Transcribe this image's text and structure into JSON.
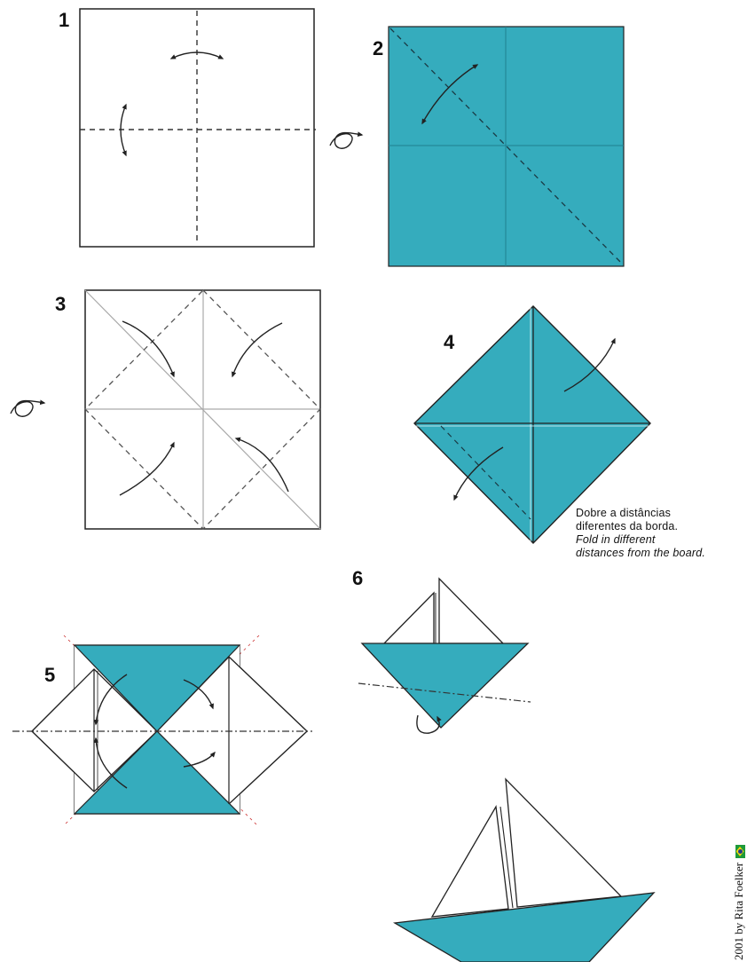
{
  "steps": [
    {
      "number": "1"
    },
    {
      "number": "2"
    },
    {
      "number": "3"
    },
    {
      "number": "4"
    },
    {
      "number": "5"
    },
    {
      "number": "6"
    }
  ],
  "note": {
    "pt_line1": "Dobre a distâncias",
    "pt_line2": "diferentes da borda.",
    "en_line1": "Fold in different",
    "en_line2": "distances from the board."
  },
  "credit": "2001 by Rita Foelker",
  "colors": {
    "paper": "#35acbd",
    "line": "#222222",
    "dashed": "#555555",
    "crease": "#1e7f8e"
  },
  "icons": {
    "turn_over": "turn-over-icon",
    "fold_arrow": "fold-arrow-icon",
    "flag": "brazil-flag-icon"
  }
}
